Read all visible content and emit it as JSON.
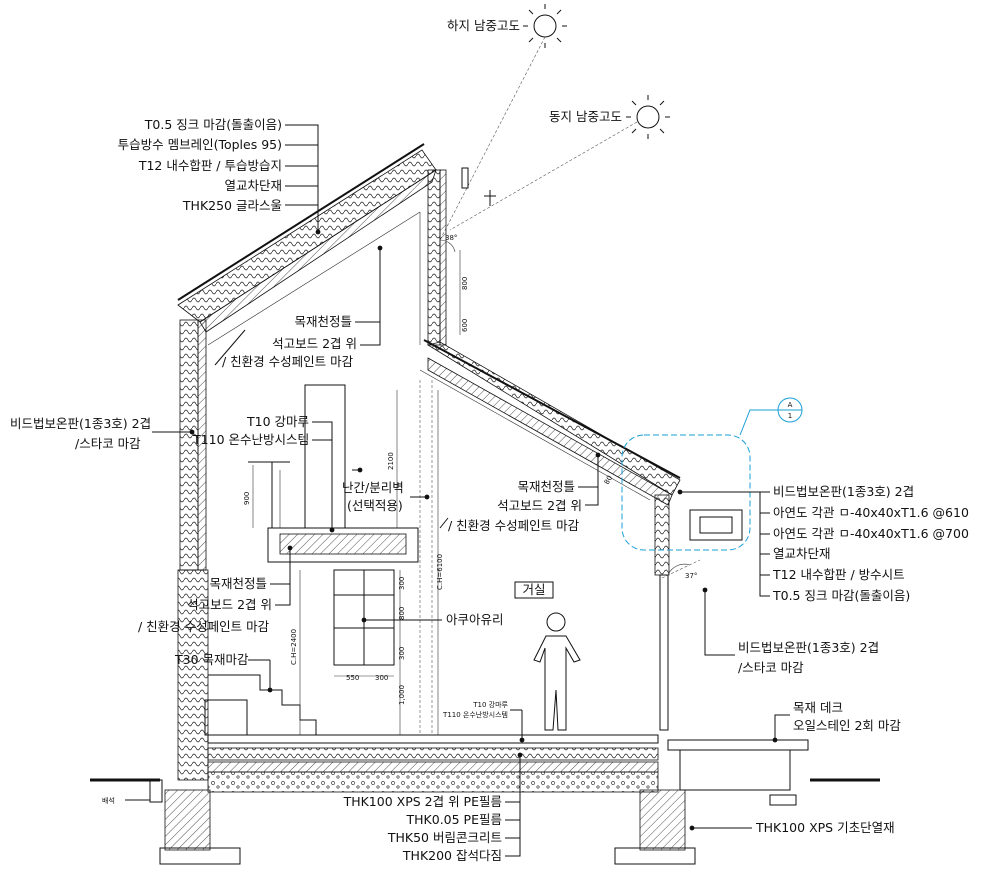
{
  "sun": {
    "summer": "하지 남중고도",
    "winter": "동지 남중고도"
  },
  "roof_left": [
    "T0.5 징크 마감(돌출이음)",
    "투습방수 멤브레인(Toples 95)",
    "T12 내수합판 / 투습방습지",
    "열교차단재",
    "THK250 글라스울"
  ],
  "ceiling_upper": [
    "목재천정틀",
    "석고보드 2겹 위",
    "/ 친환경 수성페인트 마감"
  ],
  "wall_left": [
    "비드법보온판(1종3호) 2겹",
    "/스타코 마감"
  ],
  "floor_loft": [
    "T10 강마루",
    "T110 온수난방시스템"
  ],
  "partition": [
    "난간/분리벽",
    "(선택적용)"
  ],
  "ceiling_mid": [
    "목재천정틀",
    "석고보드 2겹 위",
    "/ 친환경 수성페인트 마감"
  ],
  "ceiling_low": [
    "목재천정틀",
    "석고보드 2겹 위",
    "/ 친환경 수성페인트 마감"
  ],
  "room": "거실",
  "glass": "아쿠아유리",
  "stair": "T30 목재마감",
  "floor_small": [
    "T10 강마루",
    "T110 온수난방시스템"
  ],
  "canopy_right": [
    "비드법보온판(1종3호) 2겹",
    "아연도 각관 ㅁ-40x40xT1.6 @610",
    "아연도 각관 ㅁ-40x40xT1.6 @700",
    "열교차단재",
    "T12 내수합판 / 방수시트",
    "T0.5 징크 마감(돌출이음)"
  ],
  "wall_right": [
    "비드법보온판(1종3호) 2겹",
    "/스타코 마감"
  ],
  "deck": [
    "목재 데크",
    "오일스테인 2회 마감"
  ],
  "slab": [
    "THK100 XPS 2겹 위 PE필름",
    "THK0.05 PE필름",
    "THK50 버림콘크리트",
    "THK200 잡석다짐"
  ],
  "footing_right": "THK100 XPS 기초단열재",
  "gutter_small": "배석",
  "detail_tag": [
    "A",
    "1"
  ],
  "dims": {
    "d900": "900",
    "d2100": "2100",
    "d800": "800",
    "d600": "600",
    "ch6100": "C.H=6100",
    "ch2400": "C.H=2400",
    "d300a": "300",
    "d800b": "800",
    "d300b": "300",
    "d1000": "1,000",
    "d550": "550",
    "d300c": "300",
    "angle_summer": "38°",
    "angle_winter": "37°",
    "d80": "80"
  }
}
